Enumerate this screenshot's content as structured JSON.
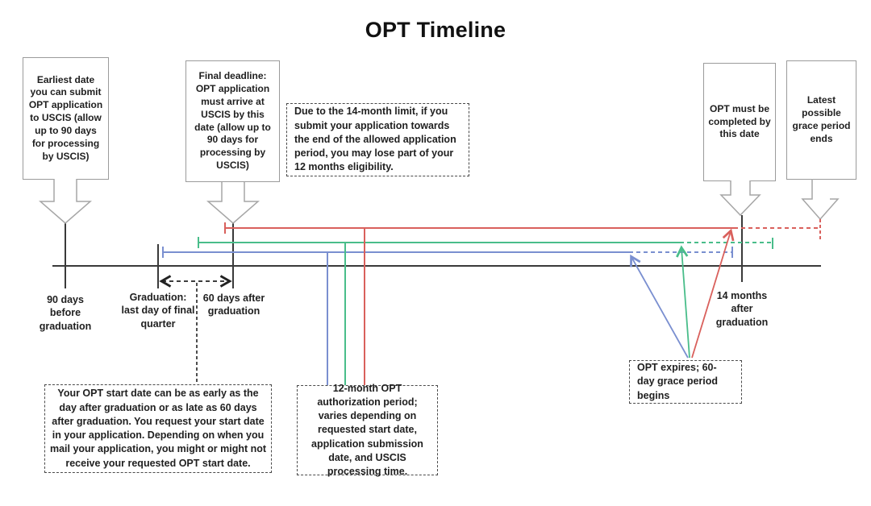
{
  "title": "OPT Timeline",
  "colors": {
    "timeline": "#3a3a3a",
    "red_period": "#d9605c",
    "green_period": "#49bd8a",
    "blue_period": "#7a8fd0",
    "box_border": "#9b9b9b",
    "dashed_border": "#4a4a4a"
  },
  "callouts": {
    "earliest": "Earliest date you can submit OPT application to USCIS (allow up to 90 days for processing by USCIS)",
    "deadline": "Final deadline: OPT application must arrive at USCIS by this date (allow up to 90 days for processing by USCIS)",
    "limit_note": "Due to the 14-month limit, if you submit your application towards the end of the allowed application period, you may lose part of your 12 months eligibility.",
    "completed": "OPT must be completed by this date",
    "grace": "Latest possible grace period ends",
    "start_date_note": "Your OPT start date can be as early as the day after graduation or as late as 60 days after graduation. You request your start date in your application. Depending on when you mail your application, you might or might not receive your requested OPT start date.",
    "authorization_note": "12-month OPT authorization period; varies depending on requested start date, application submission date, and USCIS processing time.",
    "expires": "OPT expires; 60-day grace period begins"
  },
  "axis_labels": {
    "before_90": "90 days before graduation",
    "graduation": "Graduation: last day of final quarter",
    "after_60": "60 days after graduation",
    "after_14_months": "14 months after graduation"
  }
}
